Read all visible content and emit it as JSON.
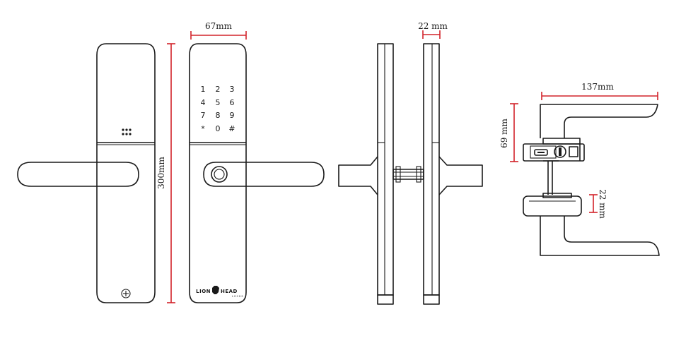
{
  "dimensions": {
    "front_width": "67mm",
    "height": "300mm",
    "side_thickness": "22 mm",
    "handle_length": "137mm",
    "mechanism_height": "69 mm",
    "rose_thickness": "22 mm"
  },
  "keypad": {
    "rows": [
      [
        "1",
        "2",
        "3"
      ],
      [
        "4",
        "5",
        "6"
      ],
      [
        "7",
        "8",
        "9"
      ],
      [
        "*",
        "0",
        "#"
      ]
    ]
  },
  "logo": {
    "left": "LION",
    "right": "HEAD",
    "sub": "LOCKS"
  },
  "colors": {
    "line": "#1a1a1a",
    "dimension": "#d2232a"
  }
}
